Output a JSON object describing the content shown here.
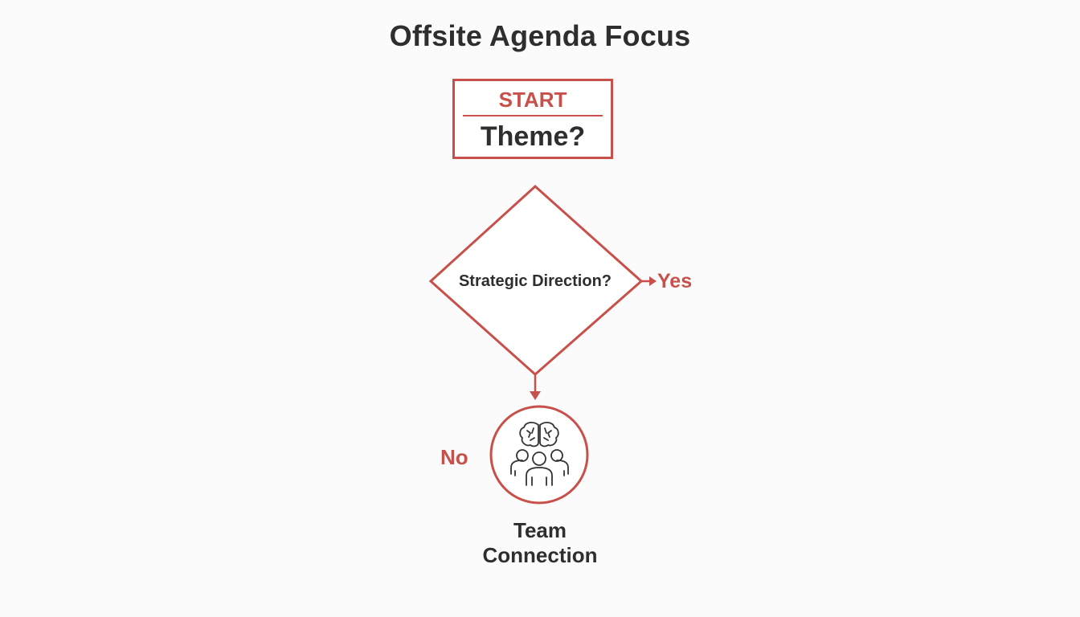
{
  "title": "Offsite Agenda Focus",
  "start": {
    "label": "START",
    "question": "Theme?"
  },
  "decision": {
    "question": "Strategic Direction?",
    "yes_label": "Yes",
    "no_label": "No"
  },
  "outcome": {
    "icon": "team-brain-icon",
    "label_line1": "Team",
    "label_line2": "Connection"
  },
  "colors": {
    "accent": "#c8504b",
    "text": "#2e2e2e",
    "background": "#fbfbfb"
  }
}
